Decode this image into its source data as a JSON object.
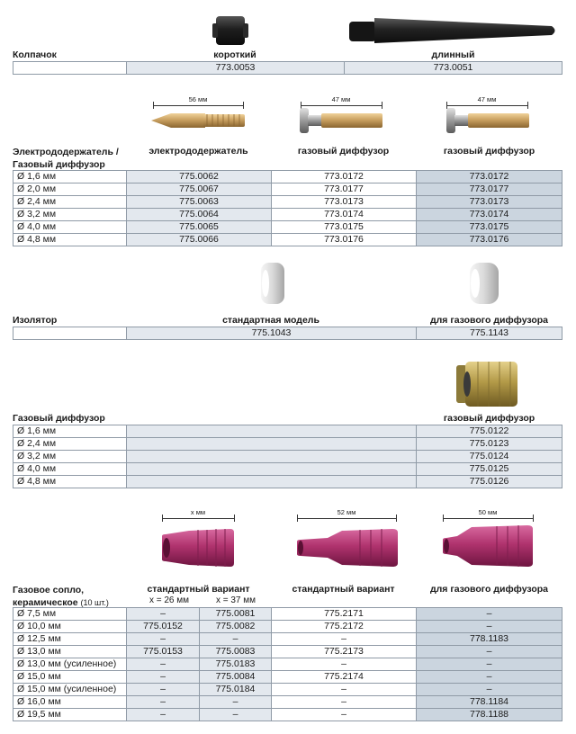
{
  "cap": {
    "title": "Колпачок",
    "headers": [
      "короткий",
      "длинный"
    ],
    "codes": [
      "773.0053",
      "773.0051"
    ]
  },
  "electrode": {
    "title_line1": "Электрододержатель /",
    "title_line2": "Газовый диффузор",
    "headers": [
      "электрододержатель",
      "газовый диффузор",
      "газовый диффузор"
    ],
    "dims": [
      "56 мм",
      "47 мм",
      "47 мм"
    ],
    "rows": [
      {
        "label": "Ø 1,6 мм",
        "c1": "775.0062",
        "c2": "773.0172",
        "c3": "773.0172"
      },
      {
        "label": "Ø 2,0 мм",
        "c1": "775.0067",
        "c2": "773.0177",
        "c3": "773.0177"
      },
      {
        "label": "Ø 2,4 мм",
        "c1": "775.0063",
        "c2": "773.0173",
        "c3": "773.0173"
      },
      {
        "label": "Ø 3,2 мм",
        "c1": "775.0064",
        "c2": "773.0174",
        "c3": "773.0174"
      },
      {
        "label": "Ø 4,0 мм",
        "c1": "775.0065",
        "c2": "773.0175",
        "c3": "773.0175"
      },
      {
        "label": "Ø 4,8 мм",
        "c1": "775.0066",
        "c2": "773.0176",
        "c3": "773.0176"
      }
    ]
  },
  "insulator": {
    "title": "Изолятор",
    "headers": [
      "стандартная модель",
      "для газового диффузора"
    ],
    "codes": [
      "775.1043",
      "775.1143"
    ]
  },
  "gas_diffuser": {
    "title": "Газовый диффузор",
    "header": "газовый диффузор",
    "rows": [
      {
        "label": "Ø 1,6 мм",
        "code": "775.0122"
      },
      {
        "label": "Ø 2,4 мм",
        "code": "775.0123"
      },
      {
        "label": "Ø 3,2 мм",
        "code": "775.0124"
      },
      {
        "label": "Ø 4,0 мм",
        "code": "775.0125"
      },
      {
        "label": "Ø 4,8 мм",
        "code": "775.0126"
      }
    ]
  },
  "nozzle": {
    "title_line1": "Газовое сопло,",
    "title_line2": "керамическое",
    "title_qty": "(10 шт.)",
    "headers": [
      "стандартный вариант",
      "стандартный вариант",
      "для газового диффузора"
    ],
    "sub": [
      "x = 26 мм",
      "x = 37 мм"
    ],
    "dims": [
      "x мм",
      "52 мм",
      "50 мм"
    ],
    "rows": [
      {
        "label": "Ø  7,5 мм",
        "a": "–",
        "b": "775.0081",
        "c": "775.2171",
        "d": "–"
      },
      {
        "label": "Ø 10,0 мм",
        "a": "775.0152",
        "b": "775.0082",
        "c": "775.2172",
        "d": "–"
      },
      {
        "label": "Ø 12,5 мм",
        "a": "–",
        "b": "–",
        "c": "–",
        "d": "778.1183"
      },
      {
        "label": "Ø 13,0 мм",
        "a": "775.0153",
        "b": "775.0083",
        "c": "775.2173",
        "d": "–"
      },
      {
        "label": "Ø 13,0 мм (усиленное)",
        "a": "–",
        "b": "775.0183",
        "c": "–",
        "d": "–"
      },
      {
        "label": "Ø 15,0 мм",
        "a": "–",
        "b": "775.0084",
        "c": "775.2174",
        "d": "–"
      },
      {
        "label": "Ø 15,0 мм (усиленное)",
        "a": "–",
        "b": "775.0184",
        "c": "–",
        "d": "–"
      },
      {
        "label": "Ø 16,0 мм",
        "a": "–",
        "b": "–",
        "c": "–",
        "d": "778.1184"
      },
      {
        "label": "Ø 19,5 мм",
        "a": "–",
        "b": "–",
        "c": "–",
        "d": "778.1188"
      }
    ]
  },
  "colors": {
    "cell_light": "#e3e8ee",
    "cell_dark": "#cbd5df",
    "border": "#8f9aa6",
    "nozzle_pink": "#b0336e",
    "brass": "#c9a060"
  }
}
